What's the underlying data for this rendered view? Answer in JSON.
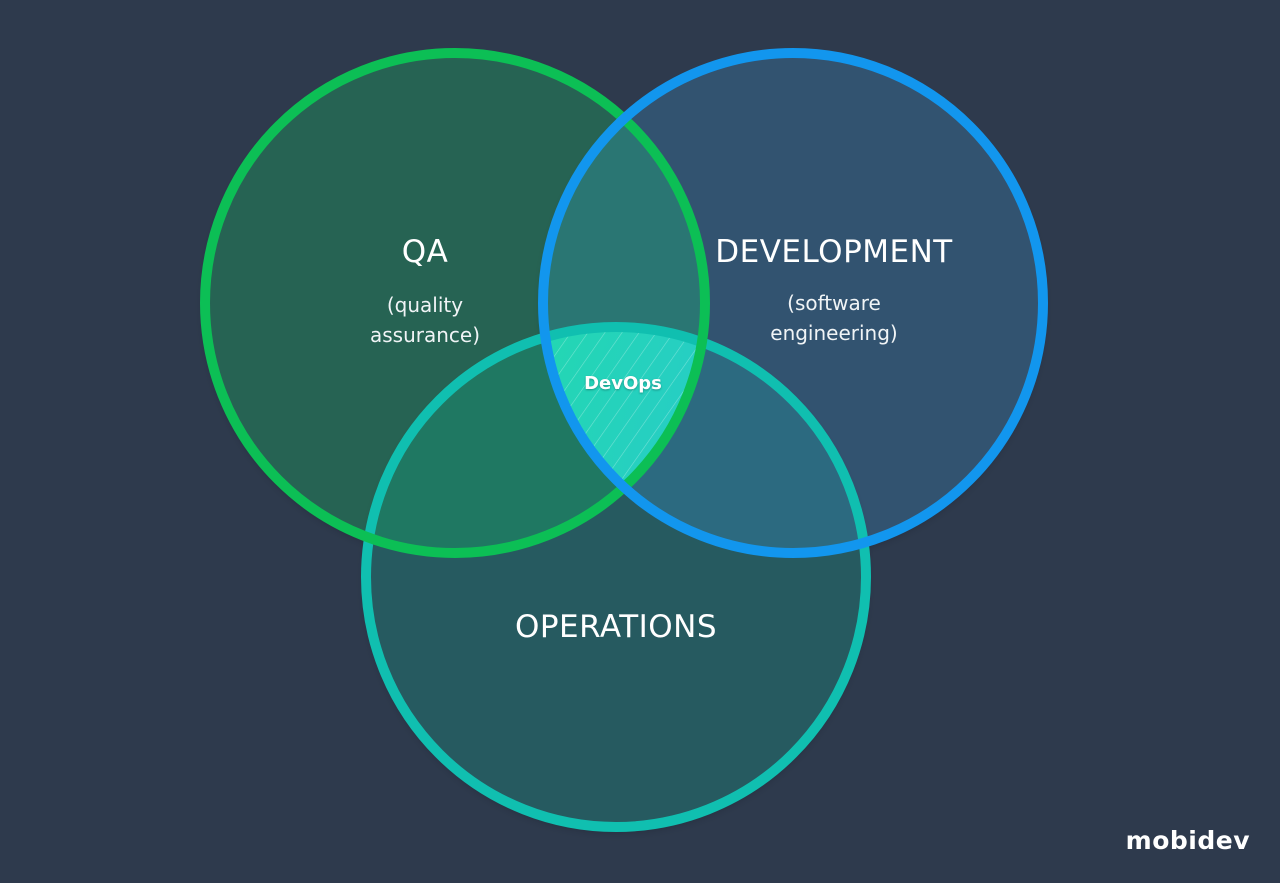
{
  "circles": {
    "qa": {
      "title": "QA",
      "subtitle_lines": [
        "(quality",
        "assurance)"
      ],
      "stroke": "#0cbf55",
      "fill": "#276452"
    },
    "development": {
      "title": "DEVELOPMENT",
      "subtitle_lines": [
        "(software",
        "engineering)"
      ],
      "stroke": "#1296ee",
      "fill": "#33526f"
    },
    "operations": {
      "title": "OPERATIONS",
      "stroke": "#10bfb0",
      "fill": "#265a60"
    }
  },
  "intersection": {
    "label": "DevOps"
  },
  "logo": {
    "text": "mobidev"
  },
  "background": "#2e3a4d"
}
